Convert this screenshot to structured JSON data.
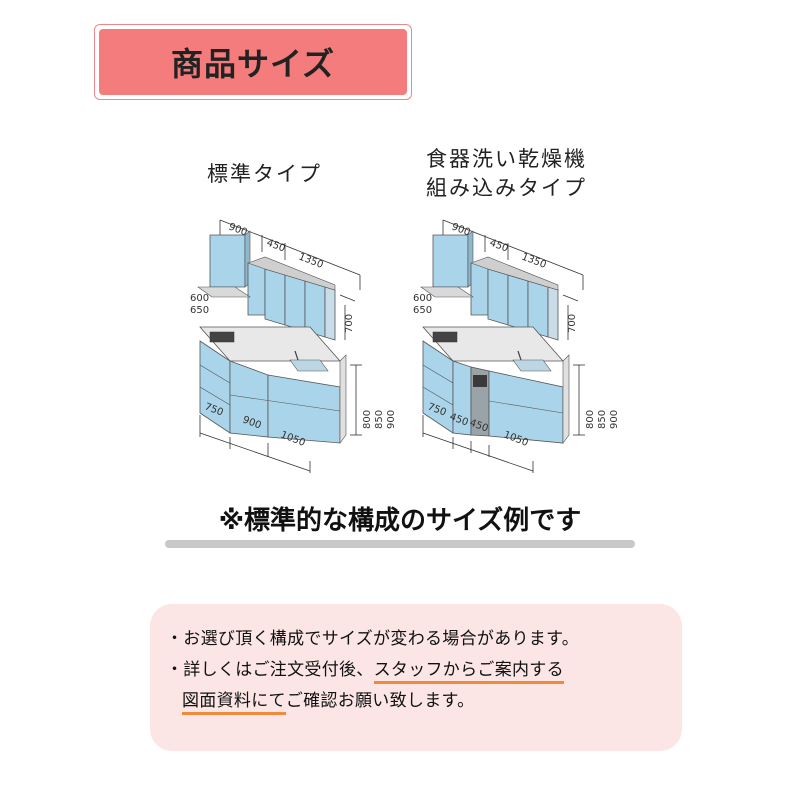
{
  "header": {
    "title": "商品サイズ"
  },
  "variants": [
    {
      "caption_line1": "標準タイプ",
      "caption_line2": "",
      "dims": {
        "upper_widths": [
          "900",
          "450",
          "1350"
        ],
        "depths": [
          "600",
          "650"
        ],
        "upper_height": "700",
        "lower_widths": [
          "750",
          "900",
          "1050"
        ],
        "lower_heights": [
          "800",
          "850",
          "900"
        ]
      }
    },
    {
      "caption_line1": "食器洗い乾燥機",
      "caption_line2": "組み込みタイプ",
      "dims": {
        "upper_widths": [
          "900",
          "450",
          "1350"
        ],
        "depths": [
          "600",
          "650"
        ],
        "upper_height": "700",
        "lower_widths": [
          "750",
          "450",
          "450",
          "1050"
        ],
        "lower_heights": [
          "800",
          "850",
          "900"
        ]
      }
    }
  ],
  "note": "※標準的な構成のサイズ例です",
  "info": {
    "line1": "・お選び頂く構成でサイズが変わる場合があります。",
    "line2_plain": "・詳しくはご注文受付後、",
    "line2_underlined": "スタッフからご案内する",
    "line3_underlined": "図面資料にて",
    "line3_plain": "ご確認お願い致します。"
  },
  "colors": {
    "title_bg": "#f47c7c",
    "info_bg": "#fbe5e5",
    "underline": "#f08a3c",
    "cabinet_blue": "#a9d4ea"
  }
}
